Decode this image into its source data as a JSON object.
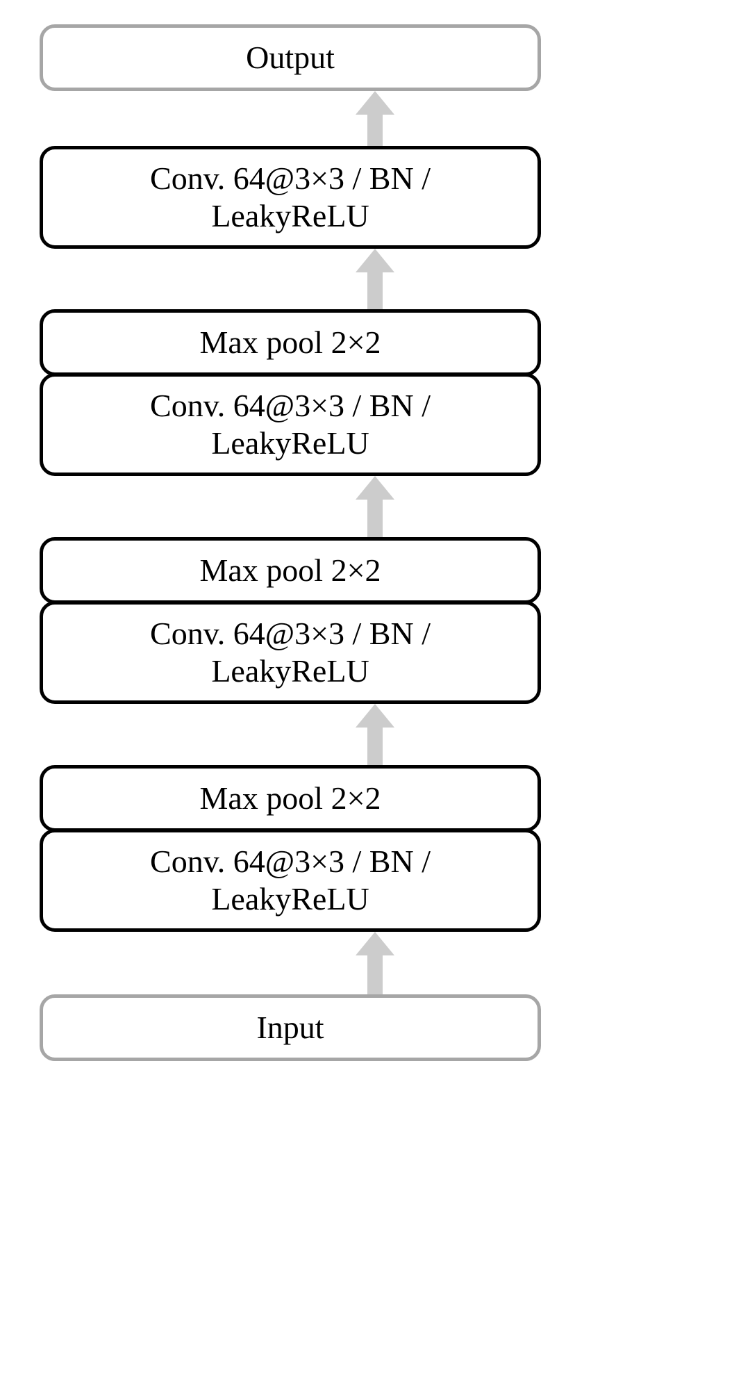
{
  "diagram": {
    "title": "CNN architecture block diagram",
    "orientation": "bottom-to-top",
    "colors": {
      "terminal_border": "#a6a6a6",
      "layer_border": "#000000",
      "arrow_fill": "#cccccc",
      "text": "#000000",
      "background": "#ffffff"
    },
    "nodes": [
      {
        "id": "output",
        "kind": "terminal",
        "label": "Output"
      },
      {
        "id": "conv4",
        "kind": "layer",
        "label": "Conv. 64@3×3 / BN /\nLeakyReLU"
      },
      {
        "id": "pool3",
        "kind": "layer",
        "label": "Max pool 2×2"
      },
      {
        "id": "conv3",
        "kind": "layer",
        "label": "Conv. 64@3×3 / BN /\nLeakyReLU"
      },
      {
        "id": "pool2",
        "kind": "layer",
        "label": "Max pool 2×2"
      },
      {
        "id": "conv2",
        "kind": "layer",
        "label": "Conv. 64@3×3 / BN /\nLeakyReLU"
      },
      {
        "id": "pool1",
        "kind": "layer",
        "label": "Max pool 2×2"
      },
      {
        "id": "conv1",
        "kind": "layer",
        "label": "Conv. 64@3×3 / BN /\nLeakyReLU"
      },
      {
        "id": "input",
        "kind": "terminal",
        "label": "Input"
      }
    ],
    "arrows": [
      {
        "id": "arrow-conv4-to-output",
        "from": "conv4",
        "to": "output"
      },
      {
        "id": "arrow-pool3-to-conv4",
        "from": "pool3",
        "to": "conv4"
      },
      {
        "id": "arrow-conv3-to-pool2",
        "from": "conv3",
        "to": "pool2"
      },
      {
        "id": "arrow-conv2-to-pool1",
        "from": "conv2",
        "to": "pool1"
      },
      {
        "id": "arrow-input-to-conv1",
        "from": "input",
        "to": "conv1"
      }
    ]
  }
}
